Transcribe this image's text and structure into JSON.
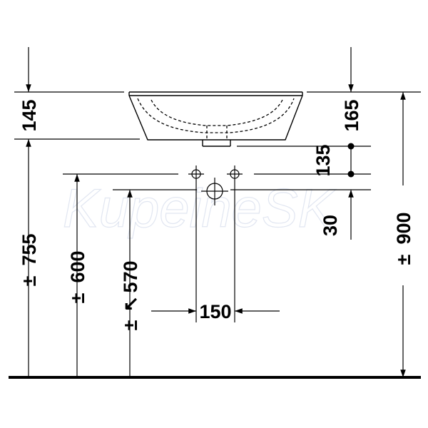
{
  "watermark": "KupeineSK",
  "dimensions": {
    "d145": "145",
    "d165": "165",
    "d135": "135",
    "d30": "30",
    "d755": "755",
    "d600": "600",
    "d570": "570",
    "d900": "900",
    "d150": "150"
  },
  "symbols": {
    "pm": "±",
    "arrow": "↖"
  }
}
